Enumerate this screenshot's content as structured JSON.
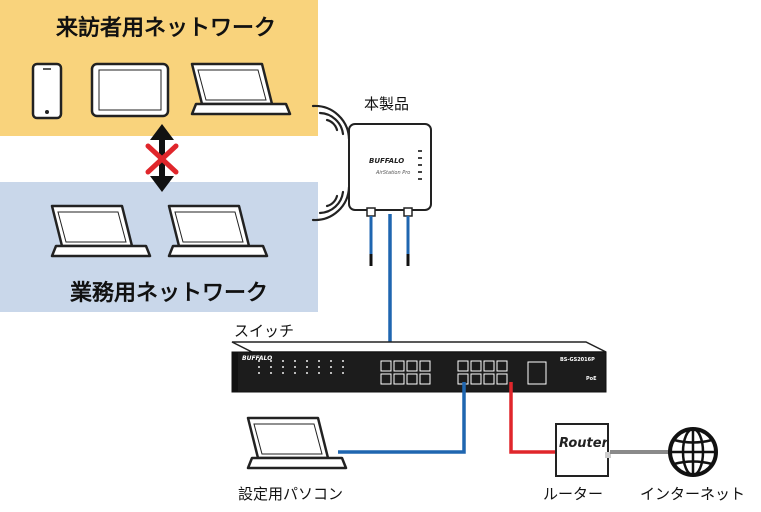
{
  "guest_network": {
    "title": "来訪者用ネットワーク",
    "fill": "#f9d37c"
  },
  "business_network": {
    "title": "業務用ネットワーク",
    "fill": "#c9d7ea"
  },
  "product": {
    "label": "本製品",
    "brand": "BUFFALO",
    "sub": "AirStation Pro"
  },
  "switch": {
    "label": "スイッチ",
    "brand": "BUFFALO",
    "model": "BS-GS2016P",
    "poe": "PoE"
  },
  "pc": {
    "label": "設定用パソコン"
  },
  "router": {
    "label": "ルーター",
    "box_text": "Router"
  },
  "internet": {
    "label": "インターネット"
  },
  "colors": {
    "lan_blue": "#1f66b0",
    "wan_red": "#e0262b",
    "internet_gray": "#8a8a8a",
    "block_red": "#e0262b"
  }
}
